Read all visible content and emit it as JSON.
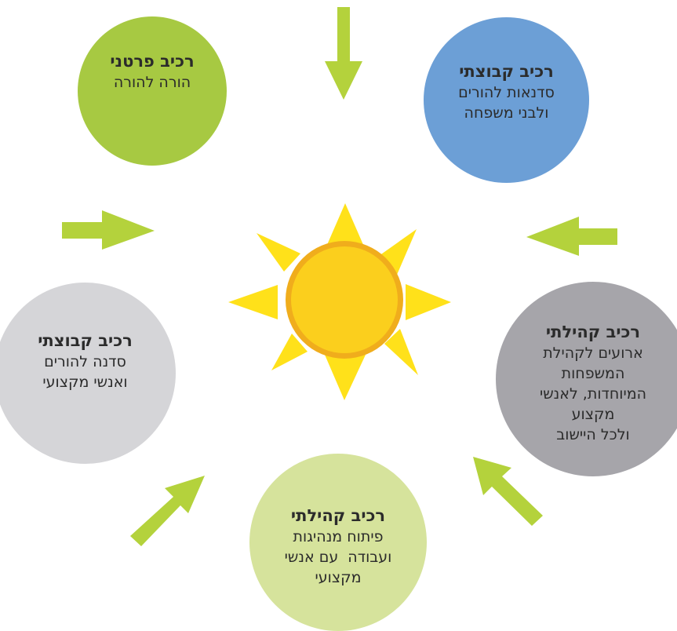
{
  "colors": {
    "arrow": "#b4d23c",
    "sun_ray": "#ffe11a",
    "sun_core": "#fbcf1d",
    "top_left_circle": "#a7c942",
    "top_right_circle": "#6c9fd6",
    "mid_left_circle": "#d5d5d8",
    "mid_right_circle": "#a6a5aa",
    "bottom_circle": "#d6e39c"
  },
  "circles": {
    "top_left": {
      "title": "רכיב פרטני",
      "lines": [
        "הורה להורה"
      ]
    },
    "top_right": {
      "title": "רכיב קבוצתי",
      "lines": [
        "סדנאות להורים",
        "ולבני משפחה"
      ]
    },
    "mid_left": {
      "title": "רכיב קבוצתי",
      "lines": [
        "סדנה להורים",
        "ואנשי מקצועי"
      ]
    },
    "mid_right": {
      "title": "רכיב קהילתי",
      "lines": [
        "ארועים לקהילת",
        "המשפחות",
        "המיוחדות, לאנשי",
        "מקצוע",
        "ולכל היישוב"
      ]
    },
    "bottom": {
      "title": "רכיב קהילתי",
      "lines": [
        "פיתוח מנהיגות",
        "ועבודה  עם אנשי",
        "מקצועי"
      ]
    }
  }
}
